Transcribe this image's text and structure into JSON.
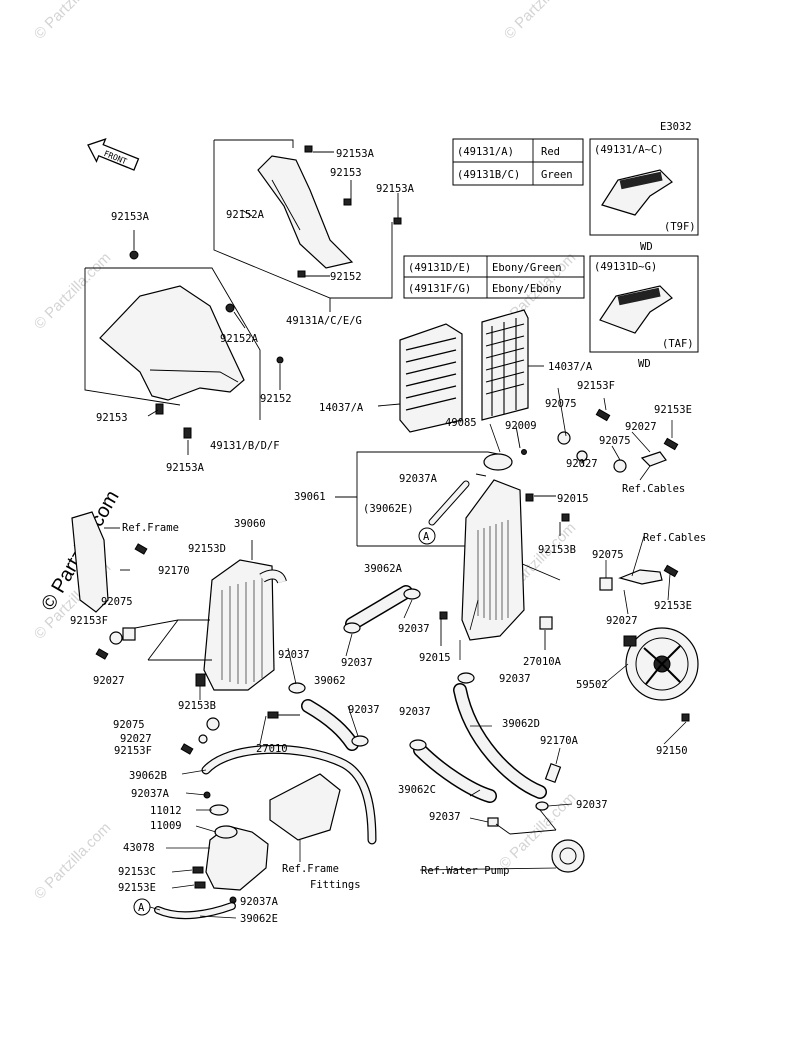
{
  "diagram_code": "E3032",
  "front_label": "FRONT",
  "watermark": "© Partzilla.com",
  "color_table_1": [
    {
      "part": "(49131/A)",
      "color": "Red"
    },
    {
      "part": "(49131B/C)",
      "color": "Green"
    }
  ],
  "color_table_2": [
    {
      "part": "(49131D/E)",
      "color": "Ebony/Green"
    },
    {
      "part": "(49131F/G)",
      "color": "Ebony/Ebony"
    }
  ],
  "variant_1": {
    "range": "(49131/A~C)",
    "code": "(T9F)",
    "caption": "WD"
  },
  "variant_2": {
    "range": "(49131D~G)",
    "code": "(TAF)",
    "caption": "WD"
  },
  "labels": {
    "p92153A_1": "92153A",
    "p92153_1": "92153",
    "p92153A_2": "92153A",
    "p92152A_1": "92152A",
    "p92152_1": "92152",
    "p49131ACEG": "49131A/C/E/G",
    "p92153A_3": "92153A",
    "p92152A_2": "92152A",
    "p92152_2": "92152",
    "p92153_2": "92153",
    "p92153A_4": "92153A",
    "p49131BDF": "49131/B/D/F",
    "p14037A_1": "14037/A",
    "p14037A_2": "14037/A",
    "p92153F_1": "92153F",
    "p92075_1": "92075",
    "p92153E_1": "92153E",
    "p49085": "49085",
    "p92009": "92009",
    "p92027_1": "92027",
    "p92075_2": "92075",
    "p92027_2": "92027",
    "p92037A_1": "92037A",
    "p39061": "39061",
    "p39062E_1": "(39062E)",
    "p92015_1": "92015",
    "pRefCables_1": "Ref.Cables",
    "pRefFrame_1": "Ref.Frame",
    "p39060": "39060",
    "p92153D": "92153D",
    "p92170": "92170",
    "p92075_3": "92075",
    "p92153F_2": "92153F",
    "p92027_3": "92027",
    "p92153B_1": "92153B",
    "pRefCables_2": "Ref.Cables",
    "p92075_4": "92075",
    "p39062A": "39062A",
    "p92153E_2": "92153E",
    "p92037_1": "92037",
    "p92027_4": "92027",
    "p92037_2": "92037",
    "p92015_2": "92015",
    "p27010A": "27010A",
    "p59502": "59502",
    "p92037_3": "92037",
    "p39062": "39062",
    "p92037_4": "92037",
    "p92153B_2": "92153B",
    "p92075_5": "92075",
    "p92027_5": "92027",
    "p92153F_3": "92153F",
    "p27010": "27010",
    "p92037_5": "92037",
    "p39062D": "39062D",
    "p92170A": "92170A",
    "p92150": "92150",
    "p39062B": "39062B",
    "p92037A_2": "92037A",
    "p11012": "11012",
    "p11009": "11009",
    "p39062C": "39062C",
    "p92037_6": "92037",
    "p92037_7": "92037",
    "p43078": "43078",
    "p92153C": "92153C",
    "pRefFrameFittings_1": "Ref.Frame",
    "pRefFrameFittings_2": "Fittings",
    "p92153E_3": "92153E",
    "p92037A_3": "92037A",
    "p39062E_2": "39062E",
    "pRefWaterPump": "Ref.Water Pump",
    "markerA": "A"
  },
  "colors": {
    "line": "#000000",
    "part_fill": "#f4f4f4",
    "watermark": "#d4d4d4"
  }
}
